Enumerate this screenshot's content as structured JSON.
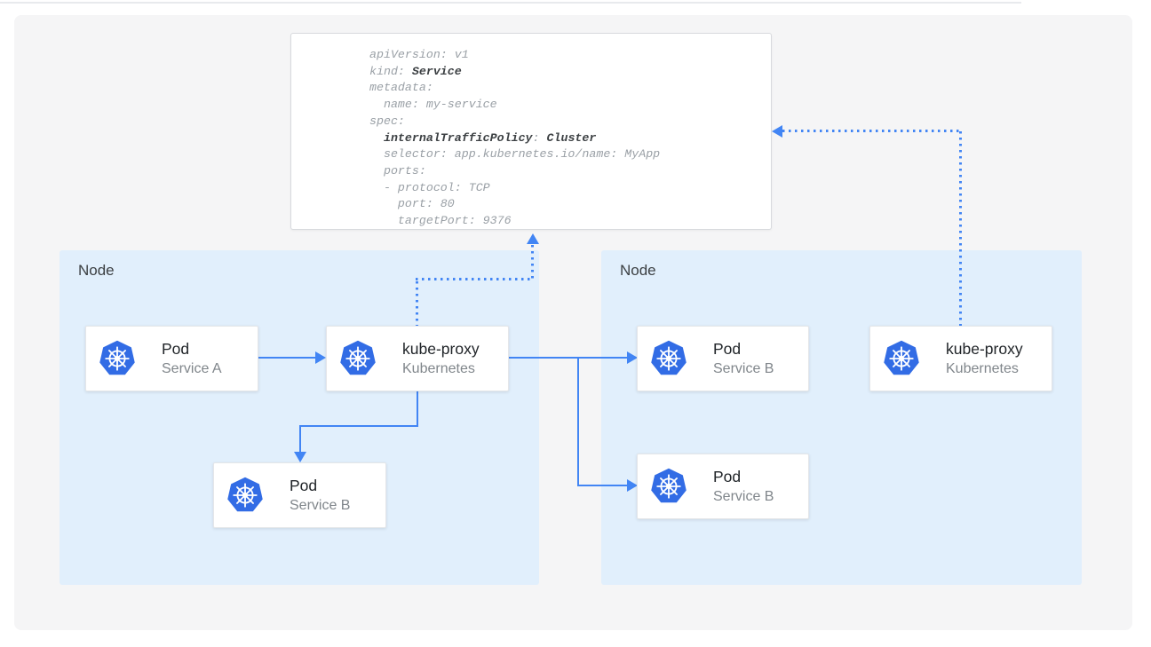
{
  "yaml_panel": {
    "lines": [
      [
        {
          "text": "apiVersion: v1",
          "bold": false
        }
      ],
      [
        {
          "text": "kind: ",
          "bold": false
        },
        {
          "text": "Service",
          "bold": true
        }
      ],
      [
        {
          "text": "metadata:",
          "bold": false
        }
      ],
      [
        {
          "text": "  name: my-service",
          "bold": false
        }
      ],
      [
        {
          "text": "spec:",
          "bold": false
        }
      ],
      [
        {
          "text": "  ",
          "bold": false
        },
        {
          "text": "internalTrafficPolicy",
          "bold": true
        },
        {
          "text": ": ",
          "bold": false
        },
        {
          "text": "Cluster",
          "bold": true
        }
      ],
      [
        {
          "text": "  selector: app.kubernetes.io/name: MyApp",
          "bold": false
        }
      ],
      [
        {
          "text": "  ports:",
          "bold": false
        }
      ],
      [
        {
          "text": "  - protocol: TCP",
          "bold": false
        }
      ],
      [
        {
          "text": "    port: 80",
          "bold": false
        }
      ],
      [
        {
          "text": "    targetPort: 9376",
          "bold": false
        }
      ]
    ]
  },
  "nodes": [
    {
      "label": "Node",
      "cards": [
        {
          "title": "Pod",
          "subtitle": "Service A",
          "icon": "kubernetes-logo"
        },
        {
          "title": "kube-proxy",
          "subtitle": "Kubernetes",
          "icon": "kubernetes-logo"
        },
        {
          "title": "Pod",
          "subtitle": "Service B",
          "icon": "kubernetes-logo"
        }
      ]
    },
    {
      "label": "Node",
      "cards": [
        {
          "title": "Pod",
          "subtitle": "Service B",
          "icon": "kubernetes-logo"
        },
        {
          "title": "Pod",
          "subtitle": "Service B",
          "icon": "kubernetes-logo"
        },
        {
          "title": "kube-proxy",
          "subtitle": "Kubernetes",
          "icon": "kubernetes-logo"
        }
      ]
    }
  ],
  "colors": {
    "arrow_blue": "#4285f4",
    "node_background": "#e1effc",
    "canvas_background": "#f5f5f6",
    "kubernetes_logo_blue": "#326ce5",
    "yaml_text_gray": "#9aa0a6",
    "yaml_bold_dark": "#3c4043",
    "card_title": "#212529",
    "card_subtitle": "#80868b"
  }
}
